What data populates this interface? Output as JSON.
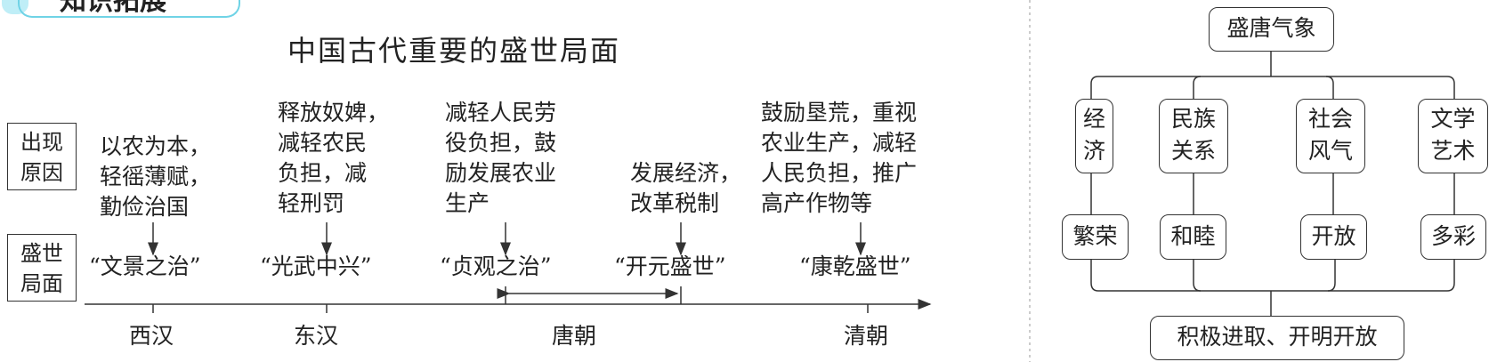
{
  "badge": {
    "label": "知识拓展"
  },
  "title": "中国古代重要的盛世局面",
  "row_labels": [
    "出现原因",
    "盛世局面"
  ],
  "columns": [
    {
      "reason": "以农为本，\n轻徭薄赋，\n勤俭治国",
      "age": "“文景之治”"
    },
    {
      "reason": "释放奴婢，\n减轻农民\n负担，减\n轻刑罚",
      "age": "“光武中兴”"
    },
    {
      "reason": "减轻人民劳\n役负担，鼓\n励发展农业\n生产",
      "age": "“贞观之治”"
    },
    {
      "reason": "发展经济，\n改革税制",
      "age": "“开元盛世”"
    },
    {
      "reason": "鼓励垦荒，重视\n农业生产，减轻\n人民负担，推广\n高产作物等",
      "age": "“康乾盛世”"
    }
  ],
  "dynasties": [
    "西汉",
    "东汉",
    "唐朝",
    "清朝"
  ],
  "tang_diagram": {
    "root": "盛唐气象",
    "aspects": [
      {
        "name": "经\n济",
        "trait": "繁荣"
      },
      {
        "name": "民族\n关系",
        "trait": "和睦"
      },
      {
        "name": "社会\n风气",
        "trait": "开放"
      },
      {
        "name": "文学\n艺术",
        "trait": "多彩"
      }
    ],
    "summary": "积极进取、开明开放"
  }
}
